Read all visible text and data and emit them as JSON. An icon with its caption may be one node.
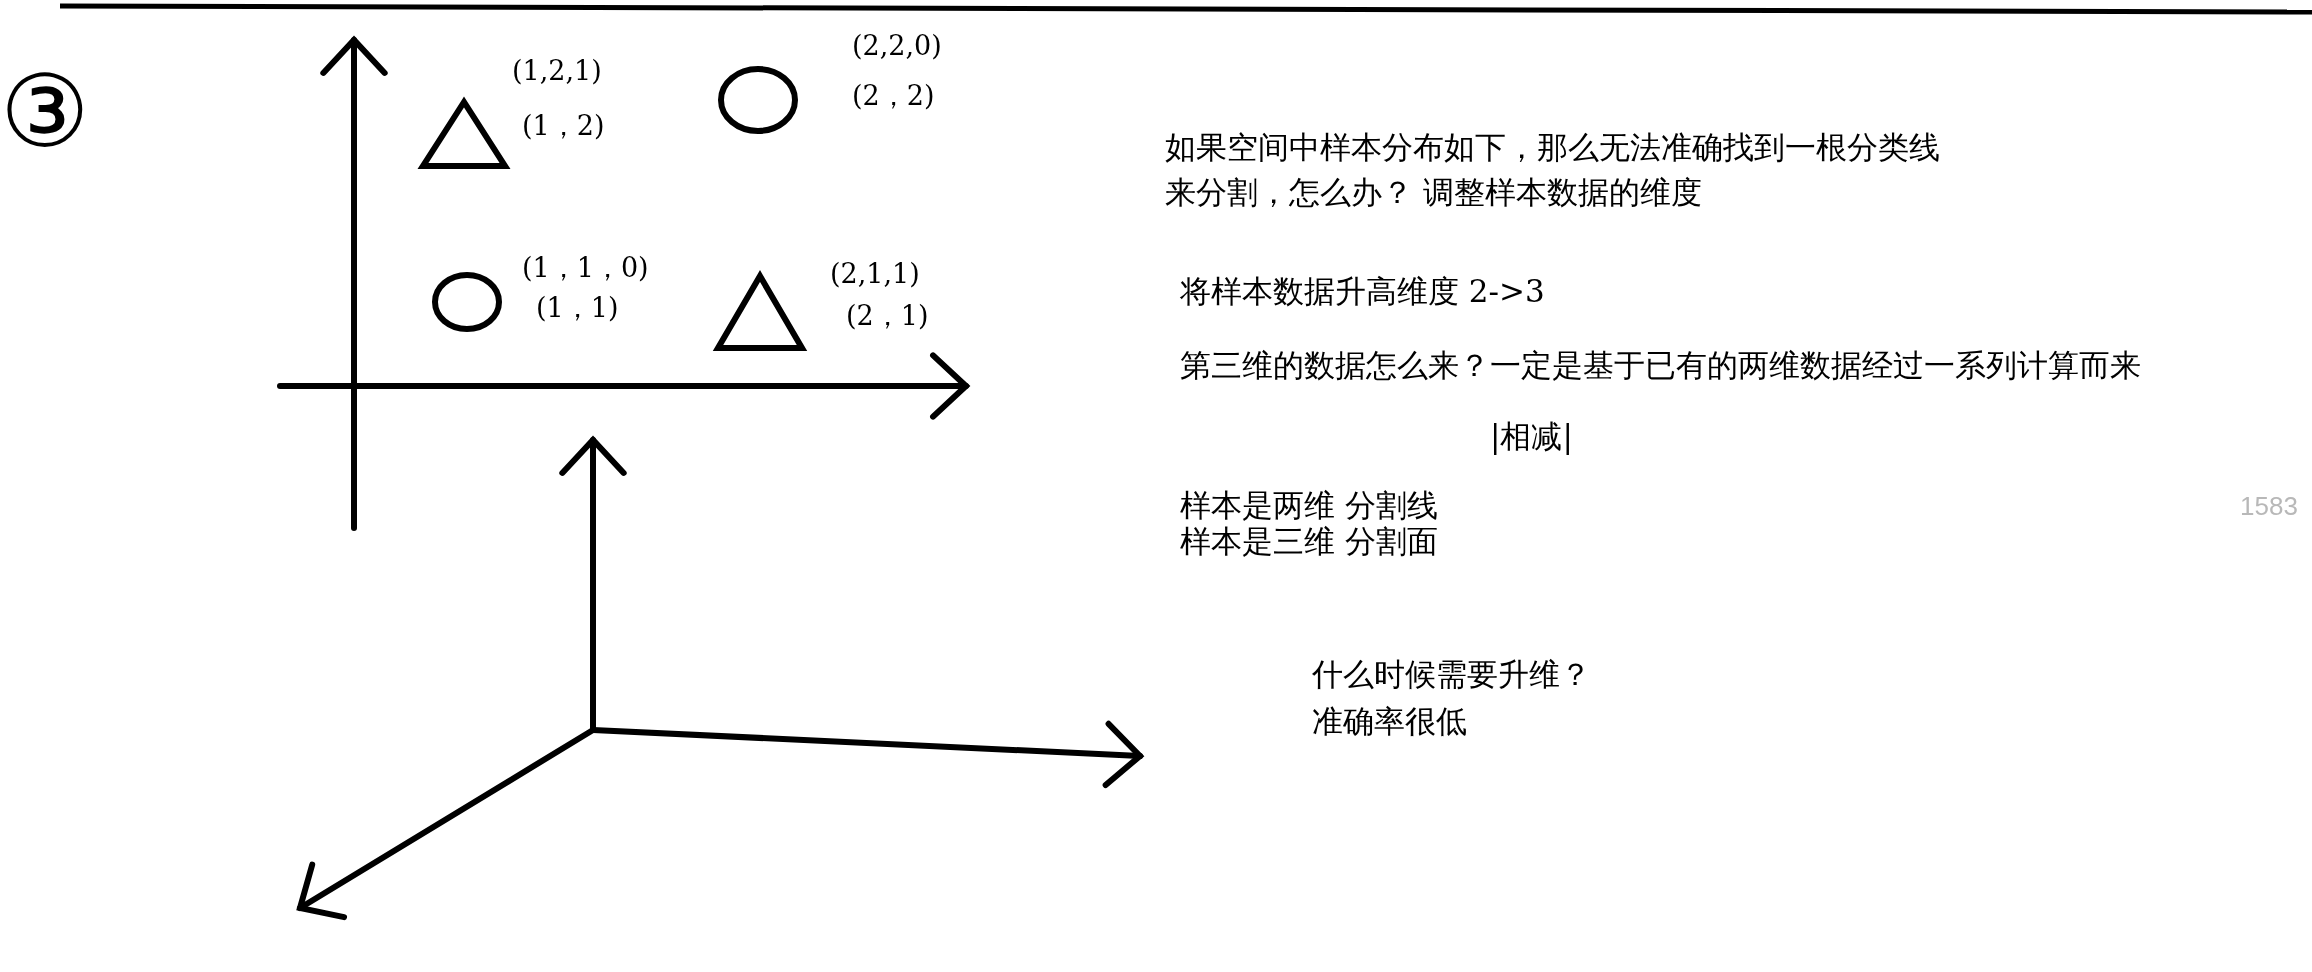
{
  "diagram": {
    "nodes": [
      {
        "text": [],
        "shape": "triangle",
        "beside": [
          "(1,2,1)",
          "(1，2)"
        ]
      },
      {
        "text": [],
        "shape": "circle",
        "beside": [
          "(2,2,0)",
          "(2，2)"
        ]
      },
      {
        "text": [],
        "shape": "circle",
        "beside": [
          "(1，1，0)",
          "(1，1)"
        ]
      },
      {
        "text": [],
        "shape": "triangle",
        "beside": [
          "(2,1,1)",
          "(2，1)"
        ]
      }
    ],
    "labels": [
      "③",
      "如果空间中样本分布如下，那么无法准确找到一根分类线来分割，怎么办？ 调整样本数据的维度",
      "将样本数据升高维度 2->3",
      "第三维的数据怎么来？一定是基于已有的两维数据经过一系列计算而来",
      "|相减|",
      "样本是两维 分割线",
      "样本是三维 分割面",
      "1583",
      "什么时候需要升维？",
      "准确率很低"
    ]
  }
}
